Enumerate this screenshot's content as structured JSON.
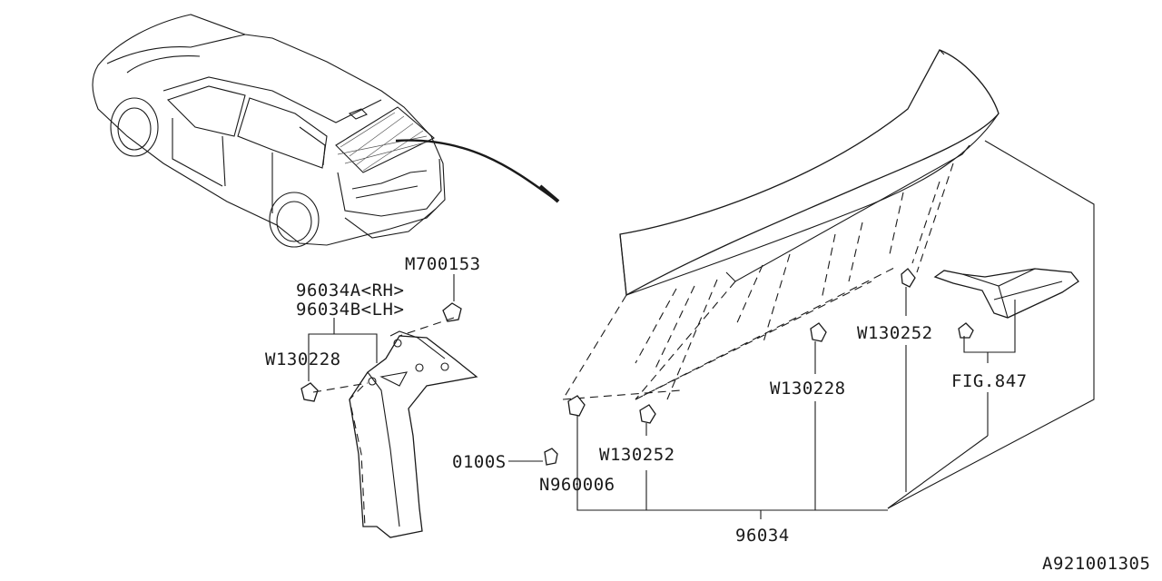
{
  "diagram": {
    "labels": {
      "m700153": "M700153",
      "p96034a": "96034A<RH>",
      "p96034b": "96034B<LH>",
      "w130228_left": "W130228",
      "p0100s": "0100S",
      "n960006": "N960006",
      "w130252_center": "W130252",
      "w130228_right": "W130228",
      "w130252_right": "W130252",
      "fig847": "FIG.847",
      "p96034": "96034",
      "ref_code": "A921001305"
    }
  }
}
